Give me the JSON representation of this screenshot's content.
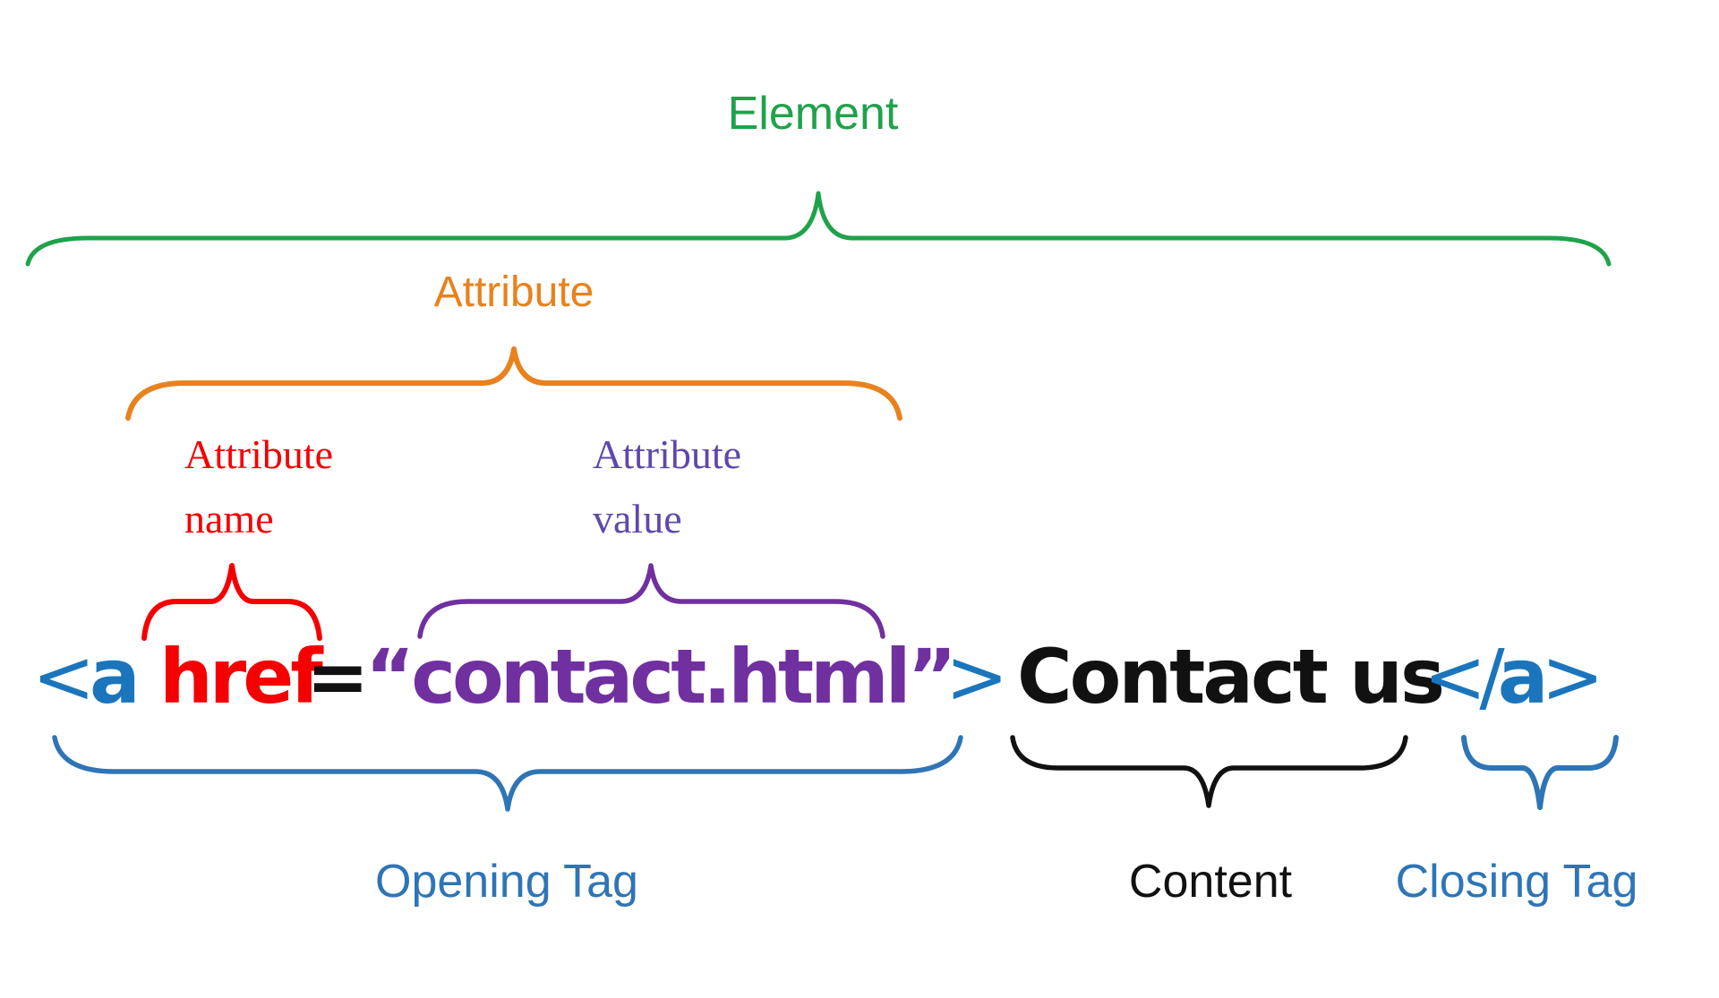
{
  "labels": {
    "element": "Element",
    "attribute": "Attribute",
    "attribute_name": "Attribute\nname",
    "attribute_value": "Attribute\nvalue",
    "opening_tag": "Opening Tag",
    "content": "Content",
    "closing_tag": "Closing Tag"
  },
  "code": {
    "open_angle": "<",
    "tag_name": "a",
    "attribute_name": "href",
    "equals": "=",
    "attribute_value": "“contact.html”",
    "close_angle": ">",
    "content": "Contact us",
    "closing_open_angle": "<",
    "closing_slash": "/",
    "closing_tag_name": "a",
    "closing_close_angle": ">"
  },
  "colors": {
    "green": "#1FA24B",
    "orange": "#E8821E",
    "red": "#F40000",
    "purple": "#7030A0",
    "violet": "#5F48AC",
    "blue-code": "#1B75BC",
    "blue": "#2E75B6",
    "black": "#111111"
  }
}
